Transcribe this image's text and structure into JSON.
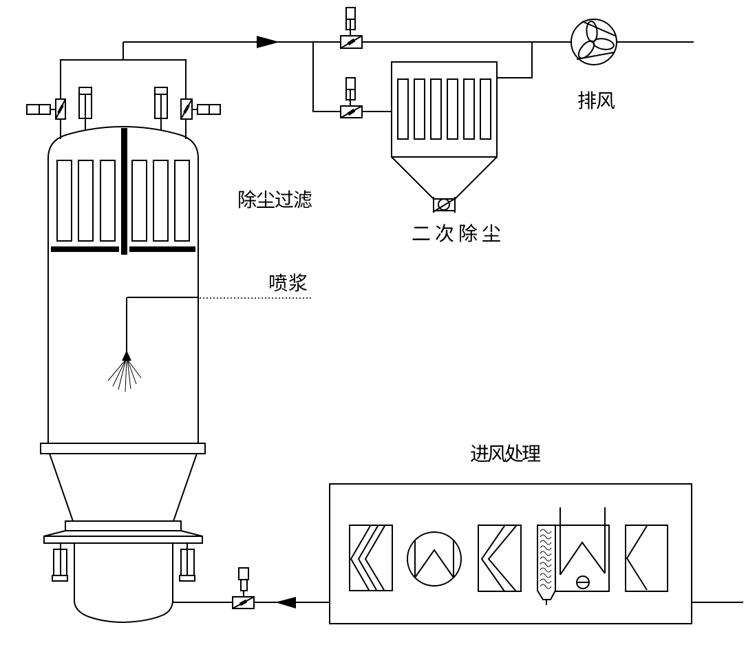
{
  "labels": {
    "dust_filter": "除尘过滤",
    "spray": "喷浆",
    "secondary_dust": "二次除尘",
    "exhaust": "排风",
    "inlet_treatment": "进风处理"
  },
  "colors": {
    "line": "#000000",
    "background": "#ffffff",
    "text": "#000000"
  }
}
